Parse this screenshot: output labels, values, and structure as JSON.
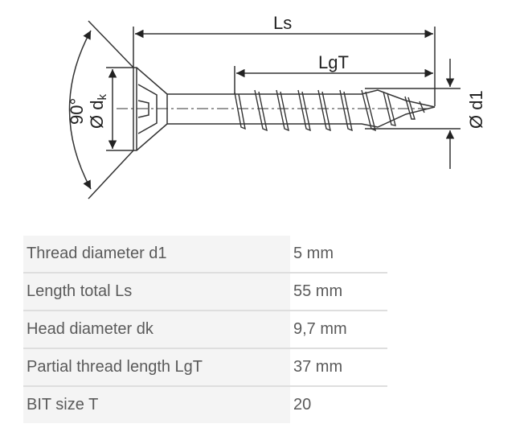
{
  "diagram": {
    "label_ls": "Ls",
    "label_lgt": "LgT",
    "label_angle": "90°",
    "label_dk": "Ø d",
    "label_dk_sub": "k",
    "label_d1": "Ø d1"
  },
  "specs": [
    {
      "label": "Thread diameter d1",
      "value": "5 mm"
    },
    {
      "label": "Length total Ls",
      "value": "55 mm"
    },
    {
      "label": "Head diameter dk",
      "value": "9,7 mm"
    },
    {
      "label": "Partial thread length LgT",
      "value": "37 mm"
    },
    {
      "label": "BIT size T",
      "value": "20"
    }
  ]
}
